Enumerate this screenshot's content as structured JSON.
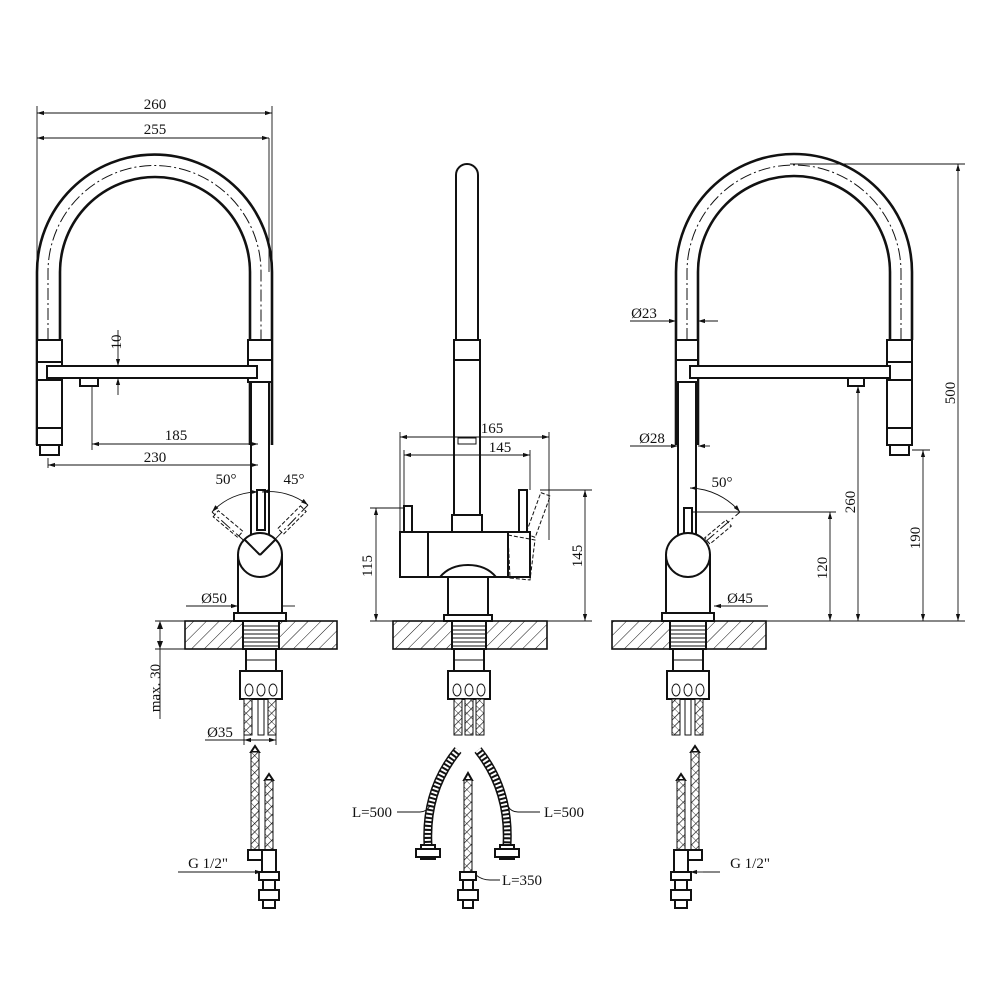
{
  "views": {
    "left": {
      "dims": {
        "w260": "260",
        "w255": "255",
        "h10": "10",
        "w185": "185",
        "w230": "230",
        "a50": "50°",
        "a45": "45°",
        "d50": "Ø50",
        "max30": "max. 30",
        "d35": "Ø35",
        "g12": "G 1/2\""
      }
    },
    "center": {
      "dims": {
        "w165": "165",
        "w145": "145",
        "h115": "115",
        "h145": "145",
        "l500a": "L=500",
        "l500b": "L=500",
        "l350": "L=350"
      }
    },
    "right": {
      "dims": {
        "d23": "Ø23",
        "d28": "Ø28",
        "a50": "50°",
        "d45": "Ø45",
        "h500": "500",
        "h260": "260",
        "h190": "190",
        "h120": "120",
        "g12": "G 1/2\""
      }
    }
  }
}
